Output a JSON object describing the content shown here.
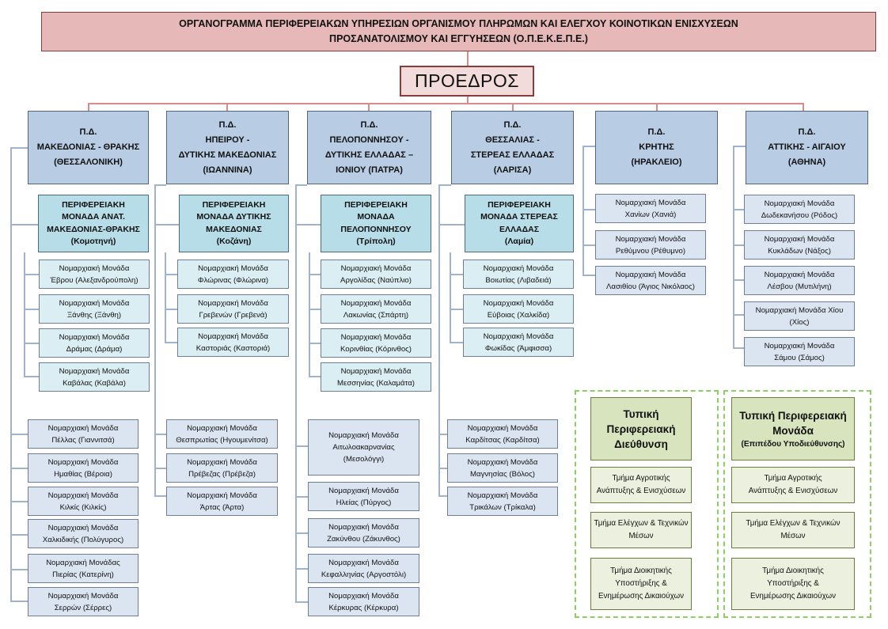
{
  "title": {
    "line1": "ΟΡΓΑΝΟΓΡΑΜΜΑ ΠΕΡΙΦΕΡΕΙΑΚΩΝ ΥΠΗΡΕΣΙΩΝ ΟΡΓΑΝΙΣΜΟΥ ΠΛΗΡΩΜΩΝ ΚΑΙ ΕΛΕΓΧΟΥ ΚΟΙΝΟΤΙΚΩΝ ΕΝΙΣΧΥΣΕΩΝ",
    "line2": "ΠΡΟΣΑΝΑΤΟΛΙΣΜΟΥ ΚΑΙ ΕΓΓΥΗΣΕΩΝ (Ο.Π.Ε.Κ.Ε.Π.Ε.)"
  },
  "president": "ΠΡΟΕΔΡΟΣ",
  "directorates": [
    {
      "lines": [
        "Π.Δ.",
        "ΜΑΚΕΔΟΝΙΑΣ - ΘΡΑΚΗΣ",
        "(ΘΕΣΣΑΛΟΝΙΚΗ)"
      ],
      "unit": [
        "ΠΕΡΙΦΕΡΕΙΑΚΗ",
        "ΜΟΝΑΔΑ ΑΝΑΤ.",
        "ΜΑΚΕΔΟΝΙΑΣ-ΘΡΑΚΗΣ",
        "(Κομοτηνή)"
      ],
      "unit_children": [
        [
          "Νομαρχιακή Μονάδα",
          "Έβρου (Αλεξανδρούπολη)"
        ],
        [
          "Νομαρχιακή Μονάδα",
          "Ξάνθης (Ξάνθη)"
        ],
        [
          "Νομαρχιακή Μονάδα",
          "Δράμας (Δράμα)"
        ],
        [
          "Νομαρχιακή Μονάδα",
          "Καβάλας (Καβάλα)"
        ]
      ],
      "direct_children": [
        [
          "Νομαρχιακή Μονάδα",
          "Πέλλας (Γιαννιτσά)"
        ],
        [
          "Νομαρχιακή Μονάδα",
          "Ημαθίας (Βέροια)"
        ],
        [
          "Νομαρχιακή Μονάδα",
          "Κιλκίς (Κιλκίς)"
        ],
        [
          "Νομαρχιακή Μονάδα",
          "Χαλκιδικής (Πολύγυρος)"
        ],
        [
          "Νομαρχιακή Μονάδας",
          "Πιερίας (Κατερίνη)"
        ],
        [
          "Νομαρχιακή Μονάδα",
          "Σερρών (Σέρρες)"
        ]
      ]
    },
    {
      "lines": [
        "Π.Δ.",
        "ΗΠΕΙΡΟΥ -",
        "ΔΥΤΙΚΗΣ ΜΑΚΕΔΟΝΙΑΣ",
        "(ΙΩΑΝΝΙΝΑ)"
      ],
      "unit": [
        "ΠΕΡΙΦΕΡΕΙΑΚΗ",
        "ΜΟΝΑΔΑ ΔΥΤΙΚΗΣ",
        "ΜΑΚΕΔΟΝΙΑΣ",
        "(Κοζάνη)"
      ],
      "unit_children": [
        [
          "Νομαρχιακή Μονάδα",
          "Φλώρινας (Φλώρινα)"
        ],
        [
          "Νομαρχιακή Μονάδα",
          "Γρεβενών (Γρεβενά)"
        ],
        [
          "Νομαρχιακή Μονάδα",
          "Καστοριάς (Καστοριά)"
        ]
      ],
      "direct_children": [
        [
          "Νομαρχιακή Μονάδα",
          "Θεσπρωτίας (Ηγουμενίτσα)"
        ],
        [
          "Νομαρχιακή Μονάδα",
          "Πρέβεζας (Πρέβεζα)"
        ],
        [
          "Νομαρχιακή Μονάδα",
          "Άρτας (Άρτα)"
        ]
      ]
    },
    {
      "lines": [
        "Π.Δ.",
        "ΠΕΛΟΠΟΝΝΗΣΟΥ -",
        "ΔΥΤΙΚΗΣ ΕΛΛΑΔΑΣ –",
        "ΙΟΝΙΟΥ (ΠΑΤΡΑ)"
      ],
      "unit": [
        "ΠΕΡΙΦΕΡΕΙΑΚΗ",
        "ΜΟΝΑΔΑ",
        "ΠΕΛΟΠΟΝΝΗΣΟΥ",
        "(Τρίπολη)"
      ],
      "unit_children": [
        [
          "Νομαρχιακή Μονάδα",
          "Αργολίδας (Ναύπλιο)"
        ],
        [
          "Νομαρχιακή Μονάδα",
          "Λακωνίας (Σπάρτη)"
        ],
        [
          "Νομαρχιακή Μονάδα",
          "Κορινθίας (Κόρινθος)"
        ],
        [
          "Νομαρχιακή Μονάδα",
          "Μεσσηνίας (Καλαμάτα)"
        ]
      ],
      "direct_children": [
        [
          "Νομαρχιακή Μονάδα",
          "Αιτωλοακαρνανίας",
          "(Μεσολόγγι)"
        ],
        [
          "Νομαρχιακή Μονάδα",
          "Ηλείας (Πύργος)"
        ],
        [
          "Νομαρχιακή Μονάδα",
          "Ζακύνθου (Ζάκυνθος)"
        ],
        [
          "Νομαρχιακή Μονάδα",
          "Κεφαλληνίας (Αργοστόλι)"
        ],
        [
          "Νομαρχιακή Μονάδα",
          "Κέρκυρας (Κέρκυρα)"
        ]
      ]
    },
    {
      "lines": [
        "Π.Δ.",
        "ΘΕΣΣΑΛΙΑΣ -",
        "ΣΤΕΡΕΑΣ ΕΛΛΑΔΑΣ",
        "(ΛΑΡΙΣΑ)"
      ],
      "unit": [
        "ΠΕΡΙΦΕΡΕΙΑΚΗ",
        "ΜΟΝΑΔΑ ΣΤΕΡΕΑΣ",
        "ΕΛΛΑΔΑΣ",
        "(Λαμία)"
      ],
      "unit_children": [
        [
          "Νομαρχιακή Μονάδα",
          "Βοιωτίας (Λιβαδειά)"
        ],
        [
          "Νομαρχιακή Μονάδα",
          "Εύβοιας (Χαλκίδα)"
        ],
        [
          "Νομαρχιακή Μονάδα",
          "Φωκίδας (Άμφισσα)"
        ]
      ],
      "direct_children": [
        [
          "Νομαρχιακή Μονάδα",
          "Καρδίτσας (Καρδίτσα)"
        ],
        [
          "Νομαρχιακή Μονάδα",
          "Μαγνησίας (Βόλος)"
        ],
        [
          "Νομαρχιακή Μονάδα",
          "Τρικάλων (Τρίκαλα)"
        ]
      ]
    },
    {
      "lines": [
        "Π.Δ.",
        "ΚΡΗΤΗΣ",
        "(ΗΡΑΚΛΕΙΟ)"
      ],
      "direct_children": [
        [
          "Νομαρχιακή Μονάδα",
          "Χανίων (Χανιά)"
        ],
        [
          "Νομαρχιακή Μονάδα",
          "Ρεθύμνου (Ρέθυμνο)"
        ],
        [
          "Νομαρχιακή Μονάδα",
          "Λασιθίου (Άγιος Νικόλαος)"
        ]
      ]
    },
    {
      "lines": [
        "Π.Δ.",
        "ΑΤΤΙΚΗΣ - ΑΙΓΑΙΟΥ",
        "(ΑΘΗΝΑ)"
      ],
      "direct_children": [
        [
          "Νομαρχιακή Μονάδα",
          "Δωδεκανήσου (Ρόδος)"
        ],
        [
          "Νομαρχιακή Μονάδα",
          "Κυκλάδων (Νάξος)"
        ],
        [
          "Νομαρχιακή Μονάδα",
          "Λέσβου (Μυτιλήνη)"
        ],
        [
          "Νομαρχιακή Μονάδα Χίου",
          "(Χίος)"
        ],
        [
          "Νομαρχιακή Μονάδα",
          "Σάμου (Σάμος)"
        ]
      ]
    }
  ],
  "legend": [
    {
      "head": [
        "Τυπική",
        "Περιφερειακή",
        "Διεύθυνση"
      ],
      "items": [
        [
          "Τμήμα Αγροτικής",
          "Ανάπτυξης & Ενισχύσεων"
        ],
        [
          "Τμήμα Ελέγχων & Τεχνικών",
          "Μέσων"
        ],
        [
          "Τμήμα Διοικητικής",
          "Υποστήριξης &",
          "Ενημέρωσης Δικαιούχων"
        ]
      ]
    },
    {
      "head": [
        "Τυπική Περιφερειακή",
        "Μονάδα",
        "(Επιπέδου Υποδιεύθυνσης)"
      ],
      "items": [
        [
          "Τμήμα Αγροτικής",
          "Ανάπτυξης & Ενισχύσεων"
        ],
        [
          "Τμήμα Ελέγχων & Τεχνικών",
          "Μέσων"
        ],
        [
          "Τμήμα Διοικητικής",
          "Υποστήριξης &",
          "Ενημέρωσης Δικαιούχων"
        ]
      ]
    }
  ]
}
